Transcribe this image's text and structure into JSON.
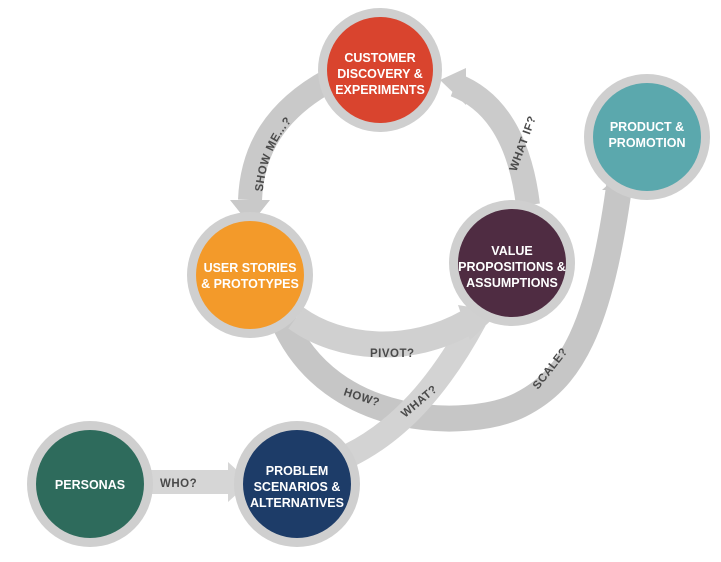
{
  "nodes": [
    {
      "id": "customer_discovery",
      "lines": [
        "CUSTOMER",
        "DISCOVERY &",
        "EXPERIMENTS"
      ],
      "color": "#d9442e"
    },
    {
      "id": "product_promotion",
      "lines": [
        "PRODUCT &",
        "PROMOTION"
      ],
      "color": "#5ba8ad"
    },
    {
      "id": "user_stories",
      "lines": [
        "USER STORIES",
        "& PROTOTYPES"
      ],
      "color": "#f39a2a"
    },
    {
      "id": "value_propositions",
      "lines": [
        "VALUE",
        "PROPOSITIONS &",
        "ASSUMPTIONS"
      ],
      "color": "#4f2c42"
    },
    {
      "id": "personas",
      "lines": [
        "PERSONAS"
      ],
      "color": "#2e6b5c"
    },
    {
      "id": "problem_scenarios",
      "lines": [
        "PROBLEM",
        "SCENARIOS &",
        "ALTERNATIVES"
      ],
      "color": "#1d3c68"
    }
  ],
  "arrows": {
    "show_me": "SHOW ME...?",
    "what_if": "WHAT IF?",
    "pivot": "PIVOT?",
    "how": "HOW?",
    "what": "WHAT?",
    "scale": "SCALE?",
    "who": "WHO?"
  },
  "colors": {
    "ring": "#cfcfcf",
    "arrow_fill": "#cdcdcd",
    "arrow_shadow": "#b9b9b9",
    "arrow_text": "#4a4a4a"
  }
}
